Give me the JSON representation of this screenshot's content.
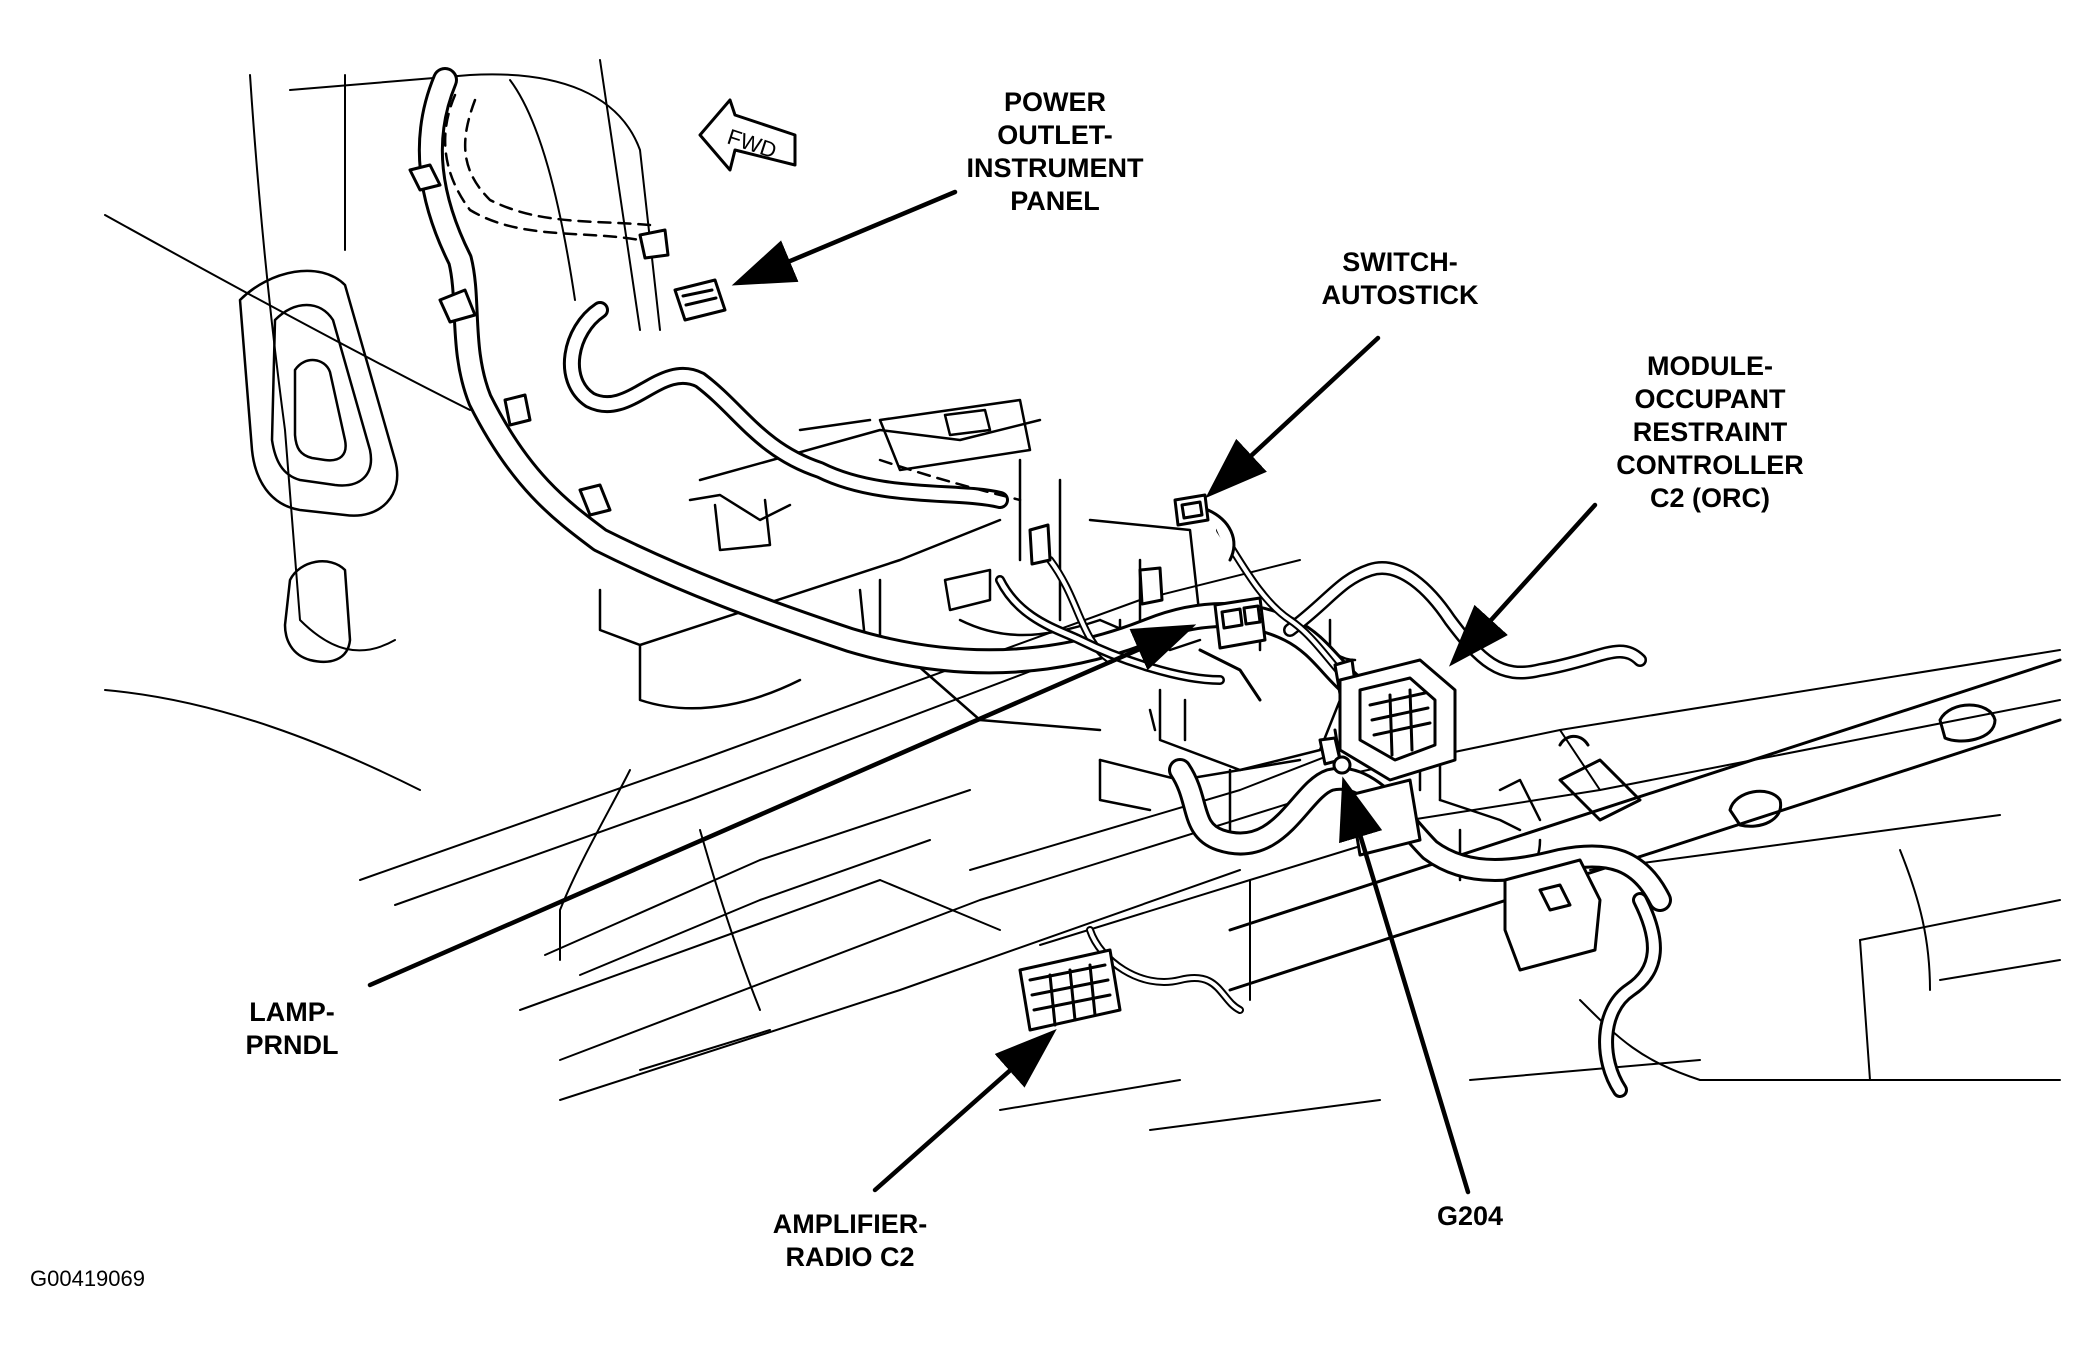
{
  "figure_code": "G00419069",
  "direction_marker": "FWD",
  "callouts": {
    "power_outlet": [
      "POWER",
      "OUTLET-",
      "INSTRUMENT",
      "PANEL"
    ],
    "switch_autostick": [
      "SWITCH-",
      "AUTOSTICK"
    ],
    "module_orc": [
      "MODULE-",
      "OCCUPANT",
      "RESTRAINT",
      "CONTROLLER",
      "C2 (ORC)"
    ],
    "lamp_prndl": [
      "LAMP-",
      "PRNDL"
    ],
    "amplifier_radio": [
      "AMPLIFIER-",
      "RADIO C2"
    ],
    "ground_g204": "G204"
  },
  "colors": {
    "line": "#000000",
    "background": "#ffffff"
  }
}
